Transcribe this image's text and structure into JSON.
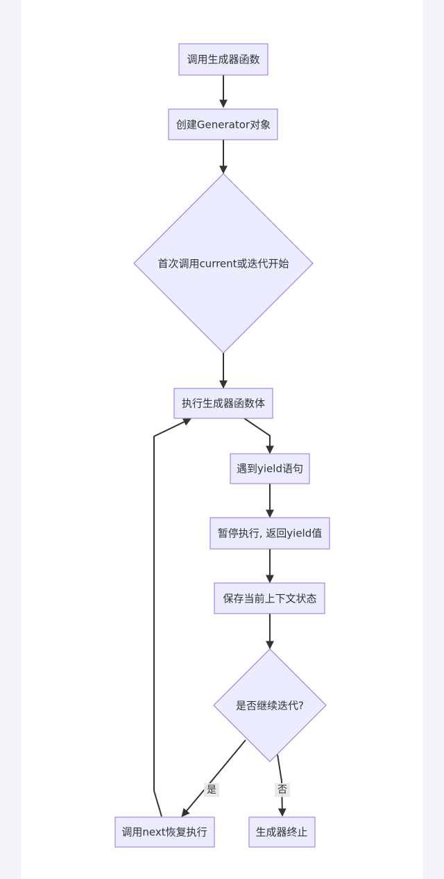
{
  "diagram": {
    "nodes": {
      "call_fn": "调用生成器函数",
      "create_gen": "创建Generator对象",
      "first_call": "首次调用current或迭代开始",
      "exec_body": "执行生成器函数体",
      "hit_yield": "遇到yield语句",
      "pause": "暂停执行, 返回yield值",
      "save_ctx": "保存当前上下文状态",
      "continue_q": "是否继续迭代?",
      "call_next": "调用next恢复执行",
      "terminate": "生成器终止"
    },
    "edge_labels": {
      "yes": "是",
      "no": "否"
    }
  },
  "colors": {
    "node_fill": "#ececff",
    "node_stroke": "#9370db",
    "edge": "#333333",
    "text": "#333333"
  }
}
